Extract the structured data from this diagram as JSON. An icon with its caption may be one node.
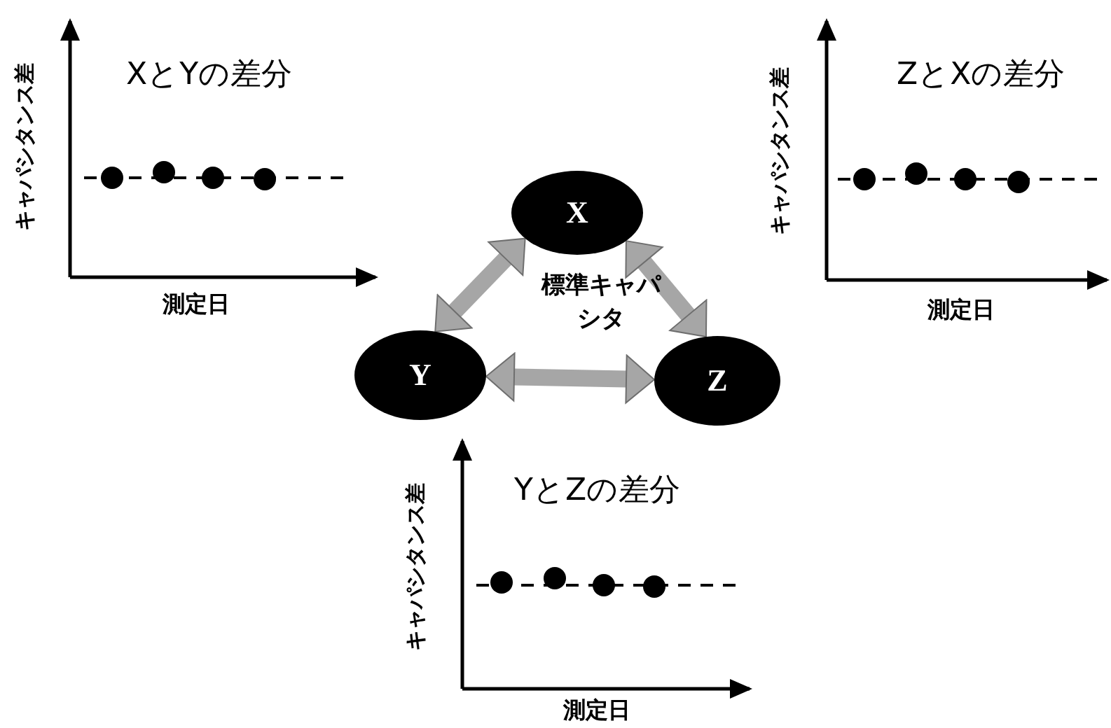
{
  "diagram": {
    "nodes": [
      {
        "text": [
          "X"
        ]
      },
      {
        "text": [
          "Y"
        ]
      },
      {
        "text": [
          "Z"
        ]
      }
    ],
    "edges": [
      {
        "from": 0,
        "to": 1,
        "arrow": "both"
      },
      {
        "from": 0,
        "to": 2,
        "arrow": "both"
      },
      {
        "from": 1,
        "to": 2,
        "arrow": "both"
      }
    ],
    "labels": [
      "XとYの差分",
      "キャパシタンス差",
      "測定日",
      "ZとXの差分",
      "キャパシタンス差",
      "測定日",
      "標準キャパシタ",
      "YとZの差分",
      "キャパシタンス差",
      "測定日"
    ]
  }
}
